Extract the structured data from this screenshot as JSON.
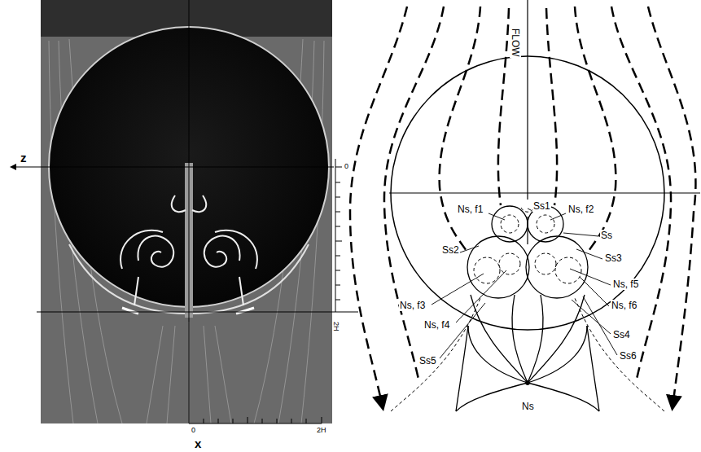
{
  "diagram": {
    "labels": [
      "z",
      "0",
      "2H",
      "x",
      "0",
      "2H",
      "FLOW",
      "Ns, f1",
      "Ss1",
      "Ns, f2",
      "Ss",
      "Ss2",
      "Ss3",
      "Ns, f5",
      "Ns, f3",
      "Ns, f6",
      "Ns, f4",
      "Ss5",
      "Ss4",
      "Ss6",
      "Ns"
    ]
  }
}
